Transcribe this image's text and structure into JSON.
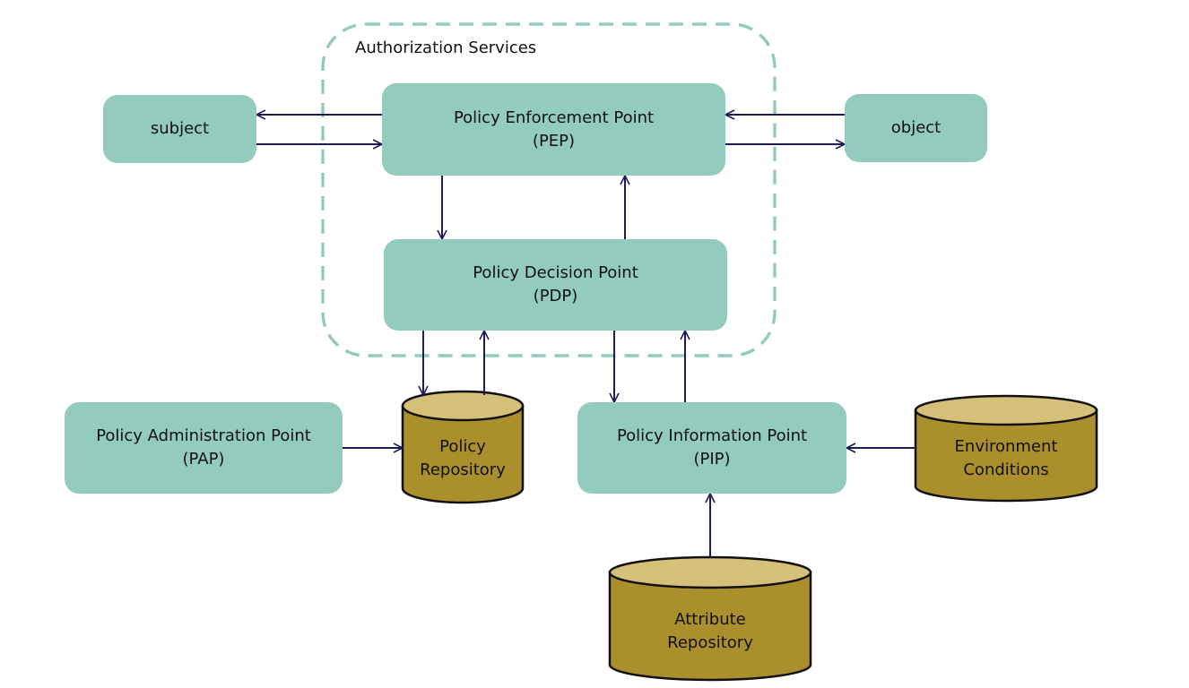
{
  "colors": {
    "box_fill": "#93cbbf",
    "cylinder_fill": "#ab8f2c",
    "cylinder_top": "#d5c079",
    "arrow": "#1d1a5a",
    "boundary": "#93cbbf",
    "text": "#111111"
  },
  "boundary": {
    "label": "Authorization Services"
  },
  "nodes": {
    "subject": "subject",
    "object": "object",
    "pep": "Policy Enforcement Point\n(PEP)",
    "pdp": "Policy Decision Point\n(PDP)",
    "pap": "Policy Administration Point\n(PAP)",
    "pip": "Policy Information Point\n(PIP)",
    "policy_repository": "Policy\nRepository",
    "environment_conditions": "Environment\nConditions",
    "attribute_repository": "Attribute\nRepository"
  },
  "edges": [
    {
      "from": "pep",
      "to": "subject"
    },
    {
      "from": "subject",
      "to": "pep"
    },
    {
      "from": "object",
      "to": "pep"
    },
    {
      "from": "pep",
      "to": "object"
    },
    {
      "from": "pep",
      "to": "pdp"
    },
    {
      "from": "pdp",
      "to": "pep"
    },
    {
      "from": "pdp",
      "to": "policy_repository"
    },
    {
      "from": "policy_repository",
      "to": "pdp"
    },
    {
      "from": "pdp",
      "to": "pip"
    },
    {
      "from": "pip",
      "to": "pdp"
    },
    {
      "from": "pap",
      "to": "policy_repository"
    },
    {
      "from": "environment_conditions",
      "to": "pip"
    },
    {
      "from": "attribute_repository",
      "to": "pip"
    }
  ]
}
